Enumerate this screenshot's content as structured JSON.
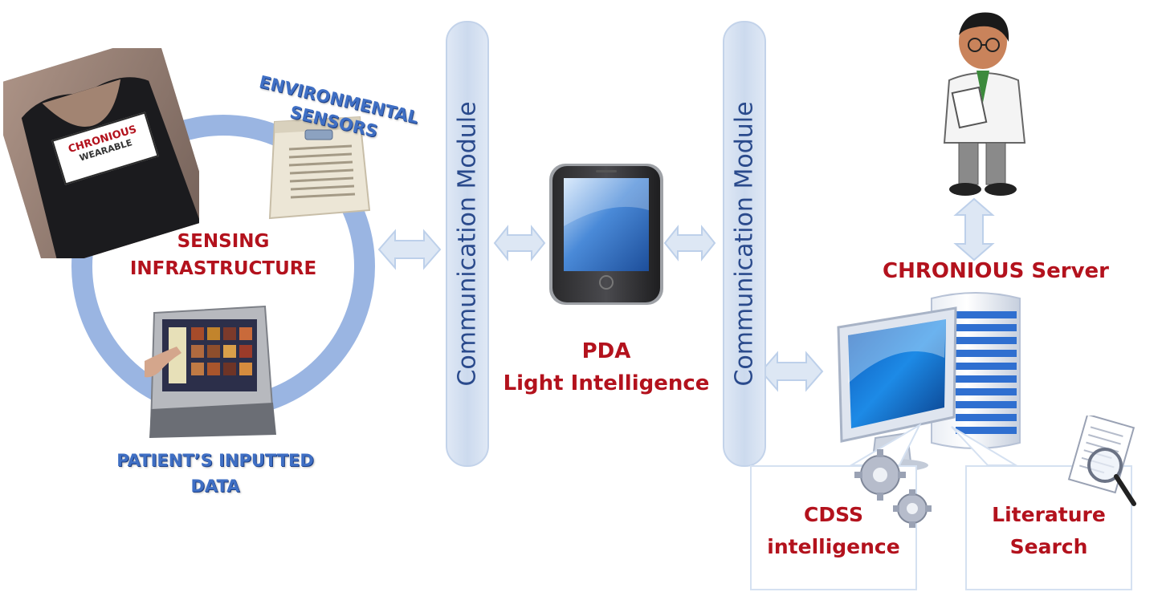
{
  "sensing": {
    "wearable_brand": "CHRONIOUS",
    "wearable_sub": "WEARABLE",
    "env_label_1": "ENVIRONMENTAL",
    "env_label_2": "SENSORS",
    "infra_label_1": "SENSING",
    "infra_label_2": "INFRASTRUCTURE",
    "patient_label_1": "PATIENT’S INPUTTED",
    "patient_label_2": "DATA"
  },
  "communication": {
    "left_label": "Communication Module",
    "right_label": "Communication Module"
  },
  "pda": {
    "label_1": "PDA",
    "label_2": "Light Intelligence"
  },
  "server": {
    "label": "CHRONIOUS Server",
    "cdss_1": "CDSS",
    "cdss_2": "intelligence",
    "lit_1": "Literature",
    "lit_2": "Search"
  },
  "colors": {
    "label_red": "#b3121d",
    "label_blue": "#3f6fc4",
    "ring_blue": "#9ab5e2",
    "arrow_fill": "#dde7f4",
    "comm_text": "#2a4a8c"
  }
}
